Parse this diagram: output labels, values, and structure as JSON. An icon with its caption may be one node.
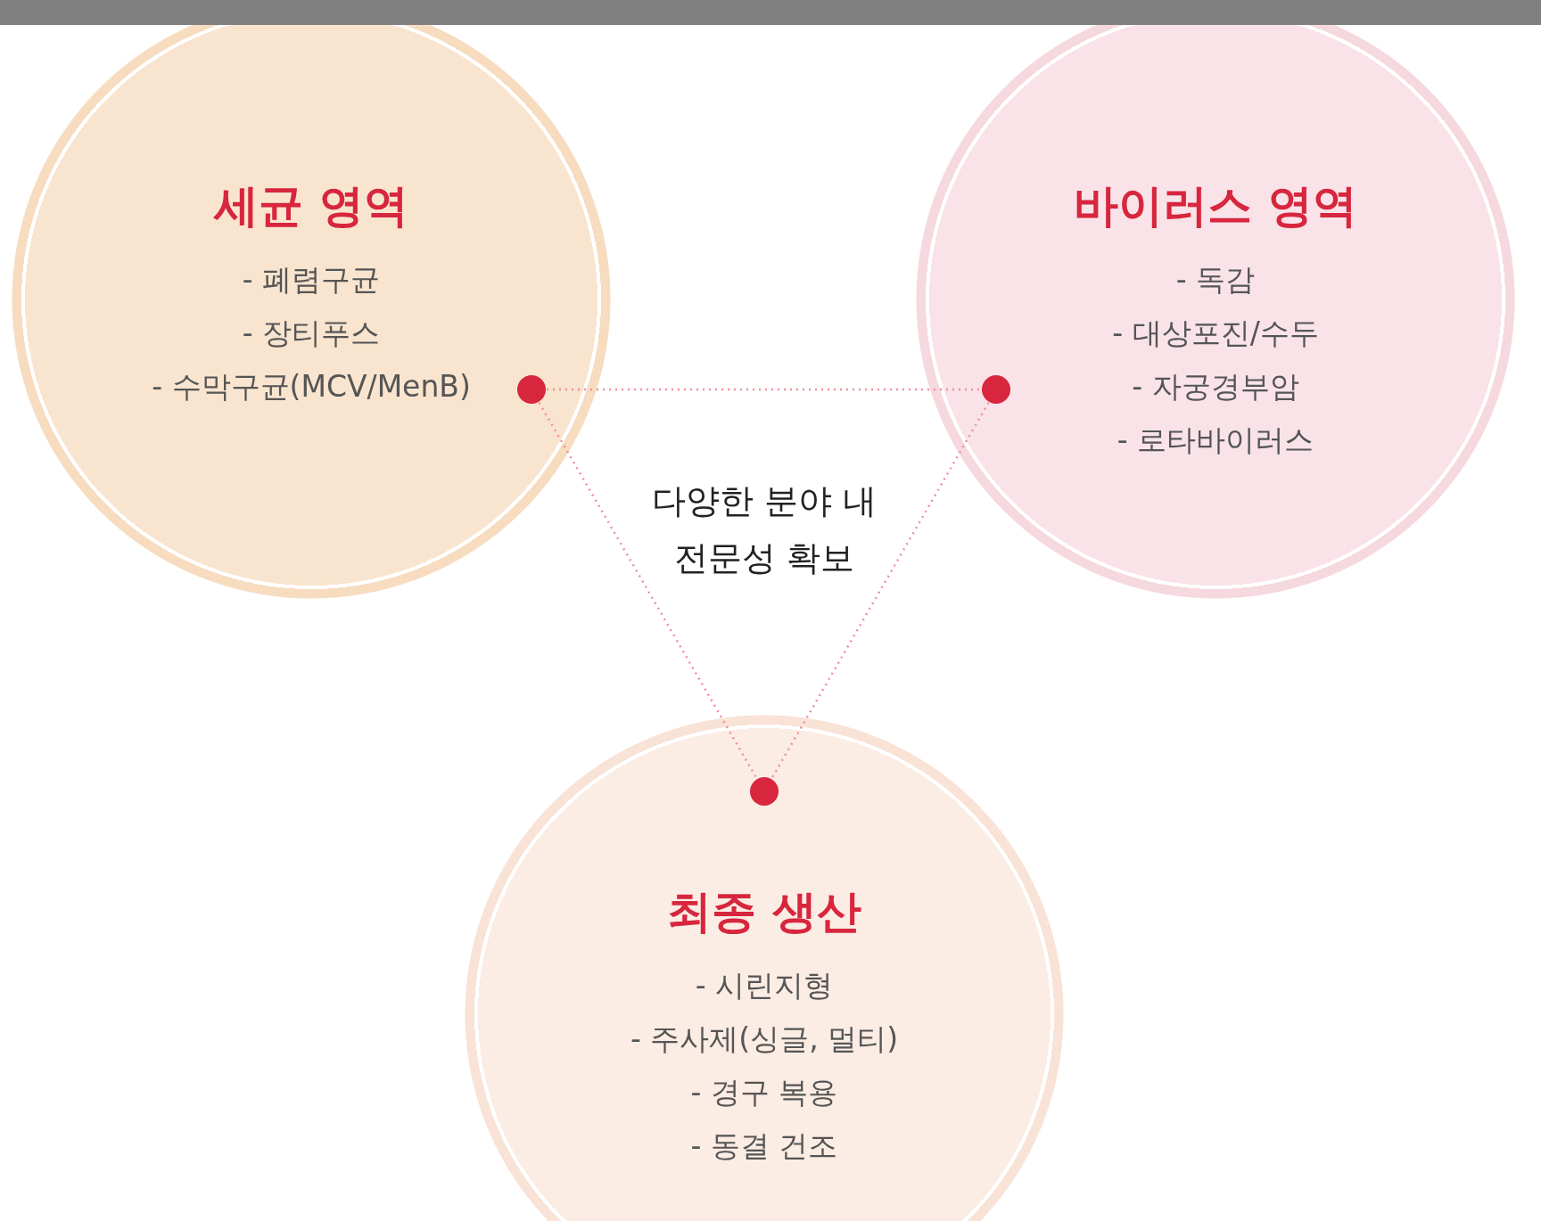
{
  "diagram": {
    "nodes": [
      {
        "text": [
          "세균 영역",
          "- 폐렴구균",
          "- 장티푸스",
          "- 수막구균(MCV/MenB)"
        ]
      },
      {
        "text": [
          "바이러스 영역",
          "- 독감",
          "- 대상포진/수두",
          "- 자궁경부암",
          "- 로타바이러스"
        ]
      },
      {
        "text": [
          "최종 생산",
          "- 시린지형",
          "- 주사제(싱글, 멀티)",
          "- 경구 복용",
          "- 동결 건조"
        ]
      },
      {
        "text": [],
        "shape": "circle",
        "in": 0
      },
      {
        "text": [],
        "shape": "circle",
        "in": 1
      },
      {
        "text": [],
        "shape": "circle",
        "in": 2
      },
      {
        "text": [],
        "shape": "bar"
      }
    ],
    "edges": [
      {
        "from": 3,
        "to": 4,
        "arrow": "none",
        "style": "dashed"
      },
      {
        "from": 3,
        "to": 5,
        "arrow": "none",
        "style": "dashed"
      },
      {
        "from": 4,
        "to": 5,
        "arrow": "none",
        "style": "dashed"
      }
    ],
    "labels": [
      "다양한 분야 내 전문성 확보"
    ]
  }
}
